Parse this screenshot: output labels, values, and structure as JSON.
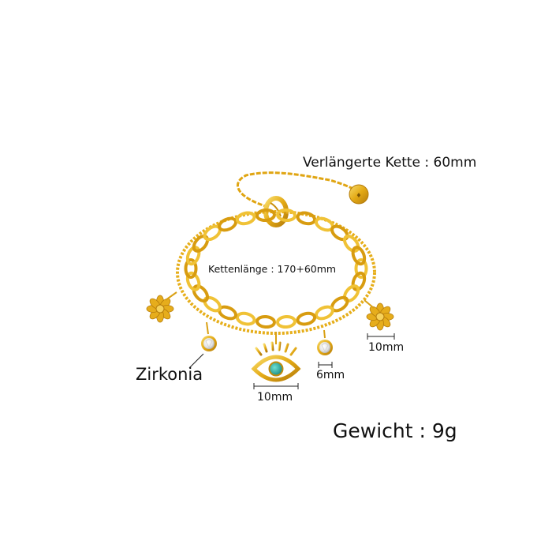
{
  "labels": {
    "extension_chain": "Verlängerte Kette : 60mm",
    "chain_length": "Kettenlänge :  170+60mm",
    "zirconia": "Zirkonia",
    "eye_width": "10mm",
    "stone_width": "6mm",
    "flower_width": "10mm",
    "weight": "Gewicht : 9g"
  },
  "colors": {
    "gold": "#e0a512",
    "gold_light": "#f6d25a",
    "gold_dark": "#a8740a",
    "turquoise": "#2bb3a8",
    "zirconia": "#f4f4f4",
    "text": "#111111",
    "background": "#ffffff"
  },
  "icons": {
    "bracelet": "gold-double-chain-bracelet-icon",
    "eye_charm": "evil-eye-charm-icon",
    "flower_charm": "daisy-flower-charm-icon",
    "zirconia_charm": "zirconia-stone-charm-icon",
    "tag": "round-tag-charm-icon",
    "clasp": "lobster-clasp-icon"
  }
}
